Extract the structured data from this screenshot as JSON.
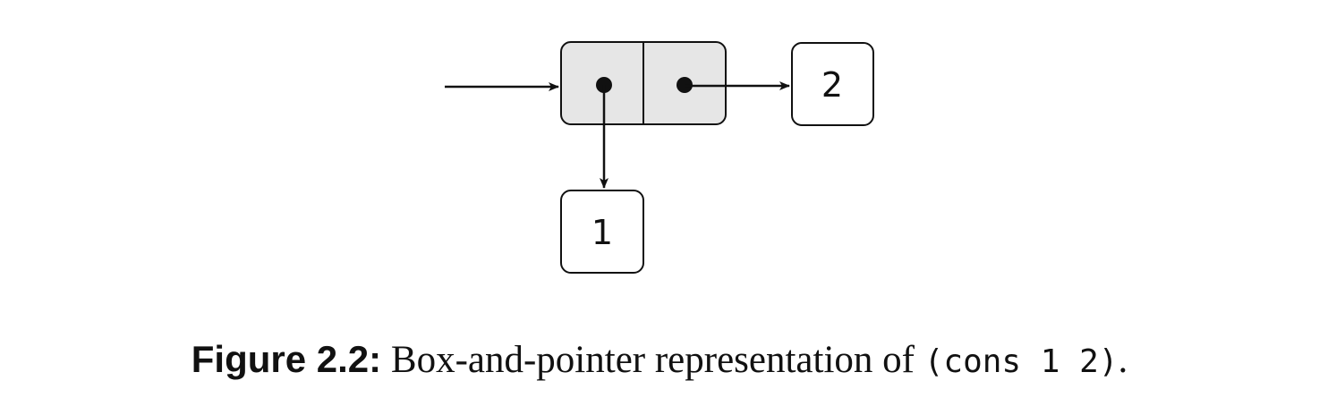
{
  "diagram": {
    "atom_car": "1",
    "atom_cdr": "2",
    "pair_fill": "#e6e6e6",
    "stroke_color": "#111111"
  },
  "caption": {
    "label": "Figure 2.2:",
    "text": " Box-and-pointer representation of ",
    "code": "(cons 1 2)",
    "end": "."
  }
}
